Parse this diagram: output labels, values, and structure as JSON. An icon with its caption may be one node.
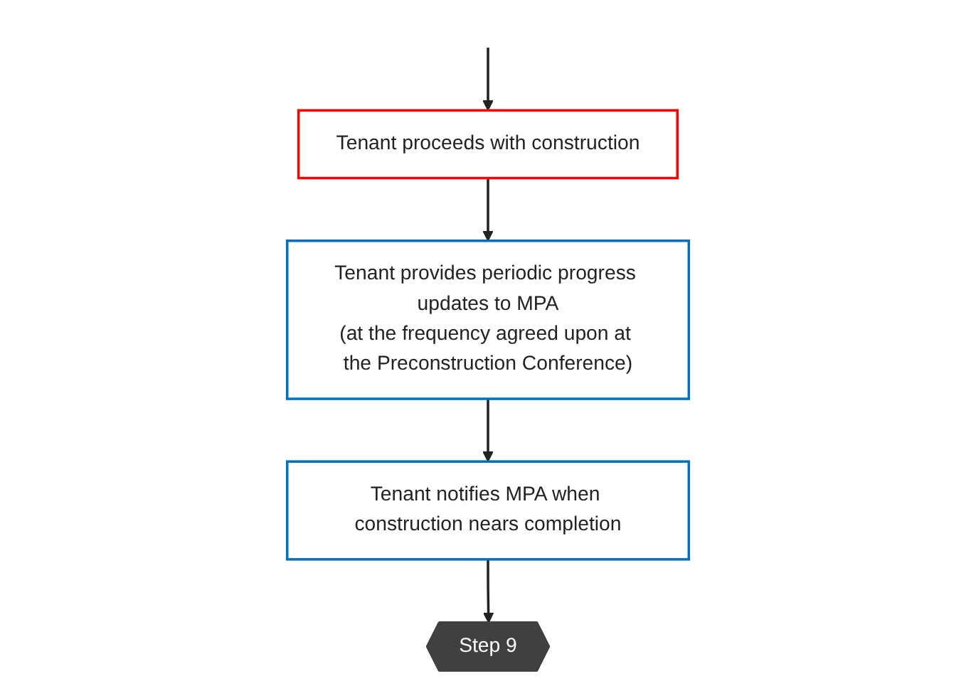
{
  "diagram": {
    "nodes": [
      {
        "text": [
          "Tenant proceeds with construction"
        ]
      },
      {
        "text": [
          "Tenant provides periodic progress updates to MPA",
          "(at the frequency agreed upon at the Preconstruction Conference)"
        ]
      },
      {
        "text": [
          "Tenant notifies MPA when construction nears completion"
        ]
      },
      {
        "text": [
          "Step 9"
        ]
      }
    ],
    "edges": [
      {
        "from": null,
        "to": 0,
        "arrow": "to"
      },
      {
        "from": 0,
        "to": 1,
        "arrow": "to"
      },
      {
        "from": 1,
        "to": 2,
        "arrow": "to"
      },
      {
        "from": 2,
        "to": 3,
        "arrow": "to"
      }
    ]
  }
}
